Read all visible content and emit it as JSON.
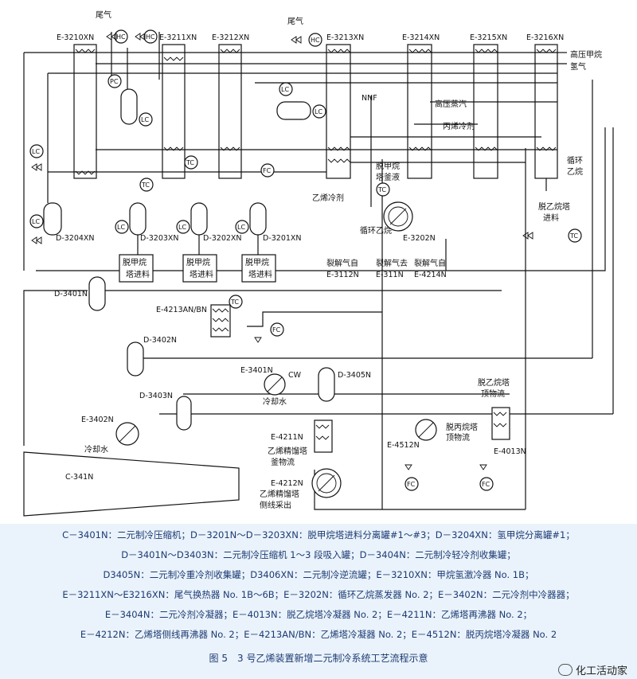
{
  "exchangers": [
    {
      "tag": "E-3210XN"
    },
    {
      "tag": "E-3211XN"
    },
    {
      "tag": "E-3212XN"
    },
    {
      "tag": "E-3213XN"
    },
    {
      "tag": "E-3214XN"
    },
    {
      "tag": "E-3215XN"
    },
    {
      "tag": "E-3216XN"
    }
  ],
  "drums": [
    {
      "tag": "D-3204XN"
    },
    {
      "tag": "D-3203XN"
    },
    {
      "tag": "D-3202XN"
    },
    {
      "tag": "D-3201XN"
    }
  ],
  "feed_boxes": [
    "脱甲烷\n塔进料",
    "脱甲烷\n塔进料",
    "脱甲烷\n塔进料"
  ],
  "stream_labels": {
    "tail_gas_left": "尾气",
    "tail_gas_mid": "尾气",
    "hp_methane": "高压甲烷",
    "hydrogen": "氢气",
    "hp_steam": "高压蒸汽",
    "propylene_refrigerant": "丙烯冷剂",
    "cycle_ethane": "循环\n乙烷",
    "de_ethanizer_feed": "脱乙烷塔\n进料",
    "nnf": "NNF",
    "demethanizer_reboiler": "脱甲烷\n塔釜液",
    "ethylene_refrigerant": "乙烯冷剂",
    "recycle_ethane_low": "循环乙烷",
    "cracked_gas_1": "裂解气自",
    "cracked_gas_1_tag": "E-3112N",
    "cracked_gas_2": "裂解气去",
    "cracked_gas_2_tag": "E-311N",
    "cracked_gas_3": "裂解气自",
    "cracked_gas_3_tag": "E-4214N",
    "e3202n": "E-3202N",
    "d3401n": "D-3401N",
    "e4213": "E-4213AN/BN",
    "d3402n": "D-3402N",
    "e3401n": "E-3401N",
    "cw": "CW",
    "d3405n": "D-3405N",
    "cooling_water_1": "冷却水",
    "d3403n": "D-3403N",
    "deethanizer_overhead": "脱乙烷塔\n顶物流",
    "e3402n": "E-3402N",
    "cooling_water_2": "冷却水",
    "e4211n": "E-4211N",
    "ethylene_bottoms": "乙烯精馏塔\n釜物流",
    "e4512n": "E-4512N",
    "depropanizer_overhead": "脱丙烷塔\n顶物流",
    "e4013n": "E-4013N",
    "c341n": "C-341N",
    "e4212n": "E-4212N",
    "ethylene_side": "乙烯精馏塔\n侧线采出"
  },
  "instruments": [
    "HC",
    "HC",
    "HC",
    "PC",
    "LC",
    "LC",
    "LC",
    "LC",
    "LC",
    "LC",
    "LC",
    "TC",
    "TC",
    "TC",
    "FC",
    "TC",
    "TC",
    "FC",
    "FC",
    "FC",
    "LC"
  ],
  "legend": {
    "line1": "C－3401N：二元制冷压缩机；D－3201N～D－3203XN：脱甲烷塔进料分离罐#1～#3；D－3204XN：氢甲烷分离罐#1；",
    "line2": "D－3401N～D3403N：二元制冷压缩机 1～3 段吸入罐；D－3404N：二元制冷轻冷剂收集罐；",
    "line3": "D3405N：二元制冷重冷剂收集罐；D3406XN：二元制冷逆流罐；E－3210XN：甲烷氢激冷器 No. 1B；",
    "line4": "E－3211XN～E3216XN：尾气换热器 No. 1B～6B；E－3202N：循环乙烷蒸发器 No. 2；E－3402N：二元冷剂中冷器器；",
    "line5": "E－3404N：二元冷剂冷凝器；E－4013N：脱乙烷塔冷凝器 No. 2；E－4211N：乙烯塔再沸器 No. 2；",
    "line6": "E－4212N：乙烯塔侧线再沸器 No. 2；E－4213AN/BN：乙烯塔冷凝器 No. 2；E－4512N：脱丙烷塔冷凝器 No. 2"
  },
  "caption": "图 5　3 号乙烯装置新增二元制冷系统工艺流程示意",
  "watermark": "化工活动家"
}
